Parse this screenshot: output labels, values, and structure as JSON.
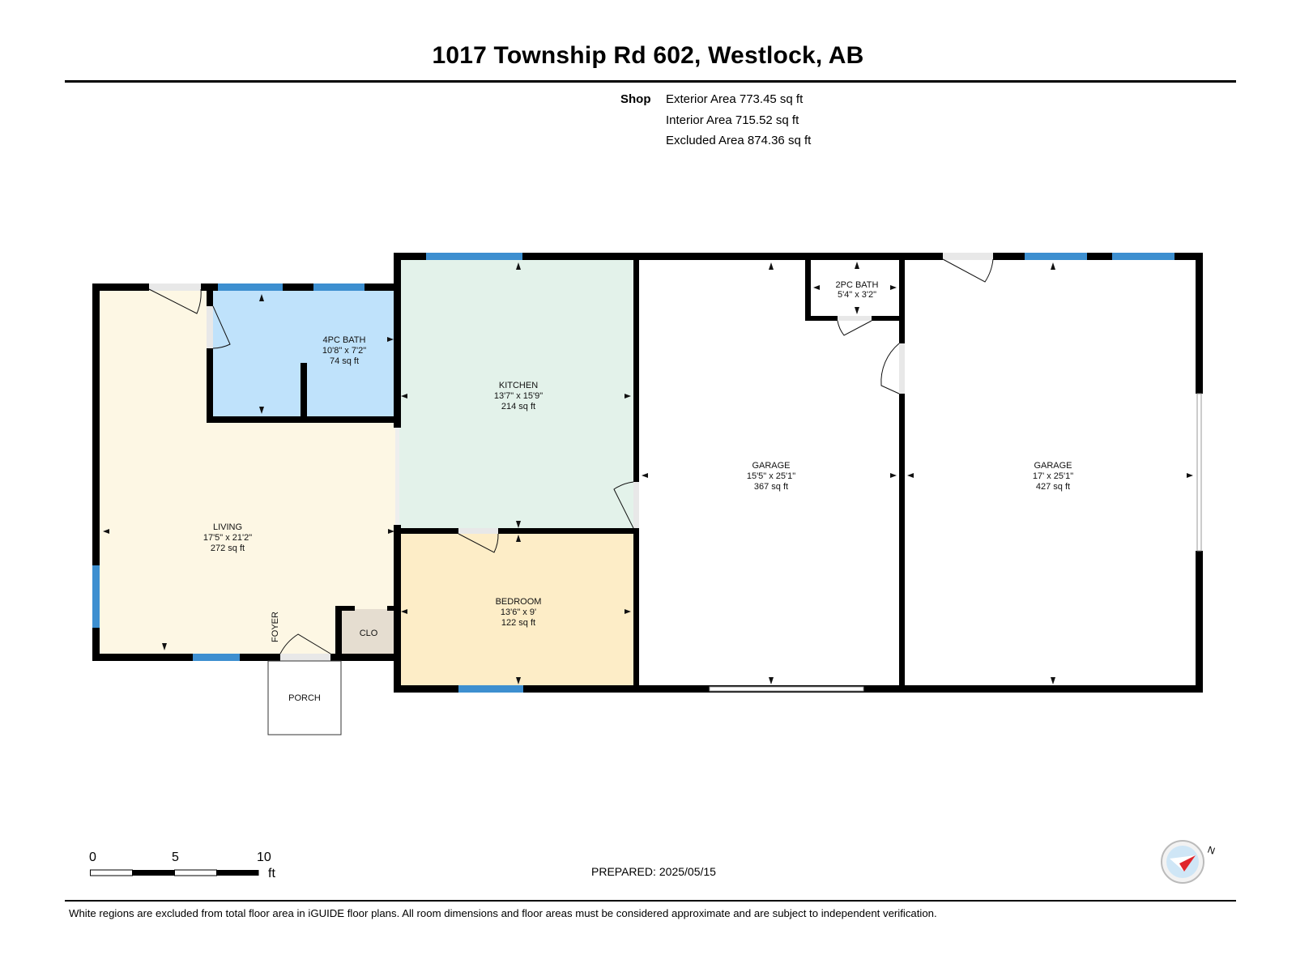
{
  "title": "1017 Township Rd 602, Westlock, AB",
  "area_summary": {
    "label": "Shop",
    "exterior": "Exterior Area 773.45 sq ft",
    "interior": "Interior Area 715.52 sq ft",
    "excluded": "Excluded Area 874.36 sq ft"
  },
  "rooms": {
    "living": {
      "name": "LIVING",
      "dims": "17'5\" x 21'2\"",
      "area": "272 sq ft"
    },
    "bath4": {
      "name": "4PC BATH",
      "dims": "10'8\" x 7'2\"",
      "area": "74 sq ft"
    },
    "kitchen": {
      "name": "KITCHEN",
      "dims": "13'7\" x 15'9\"",
      "area": "214 sq ft"
    },
    "bedroom": {
      "name": "BEDROOM",
      "dims": "13'6\" x 9'",
      "area": "122 sq ft"
    },
    "garage1": {
      "name": "GARAGE",
      "dims": "15'5\" x 25'1\"",
      "area": "367 sq ft"
    },
    "bath2": {
      "name": "2PC BATH",
      "dims": "5'4\" x 3'2\""
    },
    "garage2": {
      "name": "GARAGE",
      "dims": "17' x 25'1\"",
      "area": "427 sq ft"
    },
    "closet": {
      "name": "CLO"
    },
    "porch": {
      "name": "PORCH"
    },
    "foyer": {
      "name": "FOYER"
    }
  },
  "colors": {
    "living": "#fdf7e4",
    "bath": "#bfe2fb",
    "kitchen": "#e3f2ea",
    "bedroom": "#fdedc7",
    "closet": "#e5ddd0",
    "wall": "#000000",
    "window": "#3d8fd0",
    "compass_accent": "#e0262b"
  },
  "scale_bar": {
    "ticks": [
      "0",
      "5",
      "10"
    ],
    "unit": "ft"
  },
  "prepared": {
    "label": "PREPARED:",
    "date": "2025/05/15"
  },
  "footer": "White regions are excluded from total floor area in iGUIDE floor plans. All room dimensions and floor areas must be considered approximate and are subject to independent verification.",
  "compass": {
    "label": "N"
  }
}
